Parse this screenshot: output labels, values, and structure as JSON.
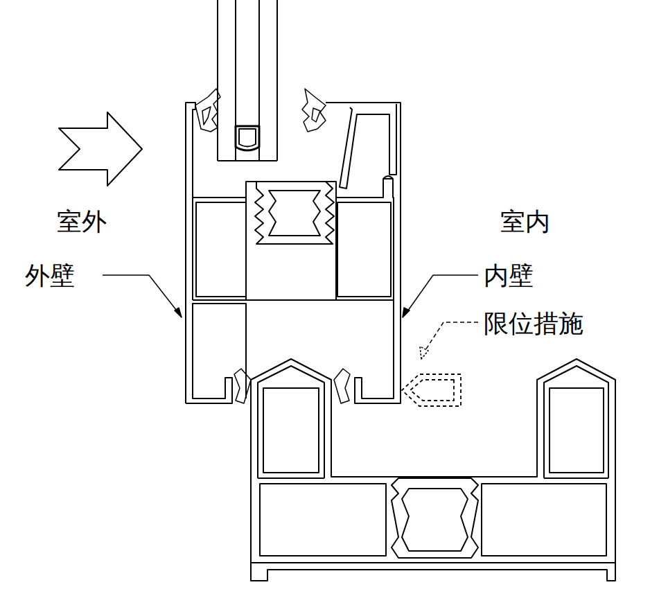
{
  "diagram": {
    "labels": [
      "室外",
      "室内",
      "外壁",
      "内壁",
      "限位措施"
    ]
  }
}
